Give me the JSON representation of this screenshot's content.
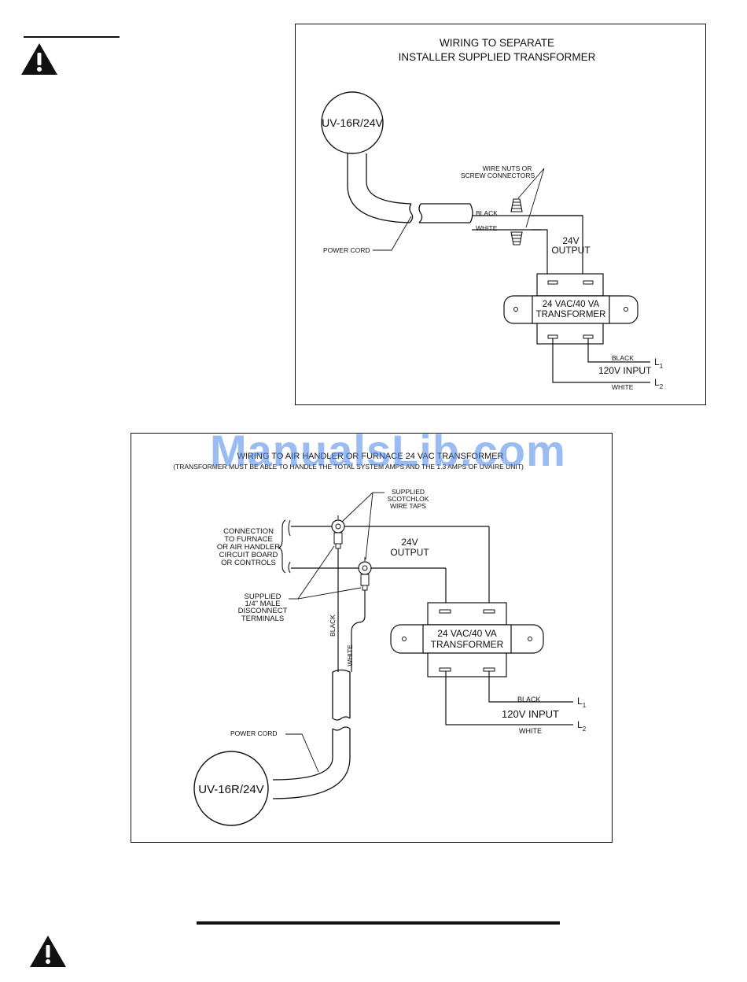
{
  "diagram_top": {
    "title_line1": "WIRING TO SEPARATE",
    "title_line2": "INSTALLER SUPPLIED TRANSFORMER",
    "unit_label": "UV-16R/24V",
    "wire_nuts_line1": "WIRE NUTS OR",
    "wire_nuts_line2": "SCREW CONNECTORS",
    "black_label": "BLACK",
    "white_label": "WHITE",
    "power_cord_label": "POWER CORD",
    "output_line1": "24V",
    "output_line2": "OUTPUT",
    "transformer_line1": "24 VAC/40 VA",
    "transformer_line2": "TRANSFORMER",
    "input_black": "BLACK",
    "input_white": "WHITE",
    "input_label": "120V INPUT",
    "l1": "L",
    "l1_sub": "1",
    "l2": "L",
    "l2_sub": "2"
  },
  "diagram_bottom": {
    "title_line1": "WIRING TO AIR HANDLER OR FURNACE 24 VAC TRANSFORMER",
    "title_line2": "(TRANSFORMER MUST BE ABLE TO HANDLE THE TOTAL SYSTEM AMPS AND THE 1.3 AMPS OF UVAIRE UNIT)",
    "scotchlok_line1": "SUPPLIED",
    "scotchlok_line2": "SCOTCHLOK",
    "scotchlok_line3": "WIRE TAPS",
    "connection_line1": "CONNECTION",
    "connection_line2": "TO FURNACE",
    "connection_line3": "OR AIR HANDLER",
    "connection_line4": "CIRCUIT BOARD",
    "connection_line5": "OR CONTROLS",
    "output_line1": "24V",
    "output_line2": "OUTPUT",
    "terminals_line1": "SUPPLIED",
    "terminals_line2": "1/4\" MALE",
    "terminals_line3": "DISCONNECT",
    "terminals_line4": "TERMINALS",
    "black_label": "BLACK",
    "white_label": "WHITE",
    "transformer_line1": "24 VAC/40 VA",
    "transformer_line2": "TRANSFORMER",
    "input_black": "BLACK",
    "input_white": "WHITE",
    "input_label": "120V INPUT",
    "l1": "L",
    "l1_sub": "1",
    "l2": "L",
    "l2_sub": "2",
    "power_cord_label": "POWER CORD",
    "unit_label": "UV-16R/24V"
  },
  "watermark": "ManualsLib.com",
  "colors": {
    "ink": "#111111",
    "watermark": "#4a86e8"
  },
  "icons": {
    "warning": "warning-triangle-icon"
  }
}
